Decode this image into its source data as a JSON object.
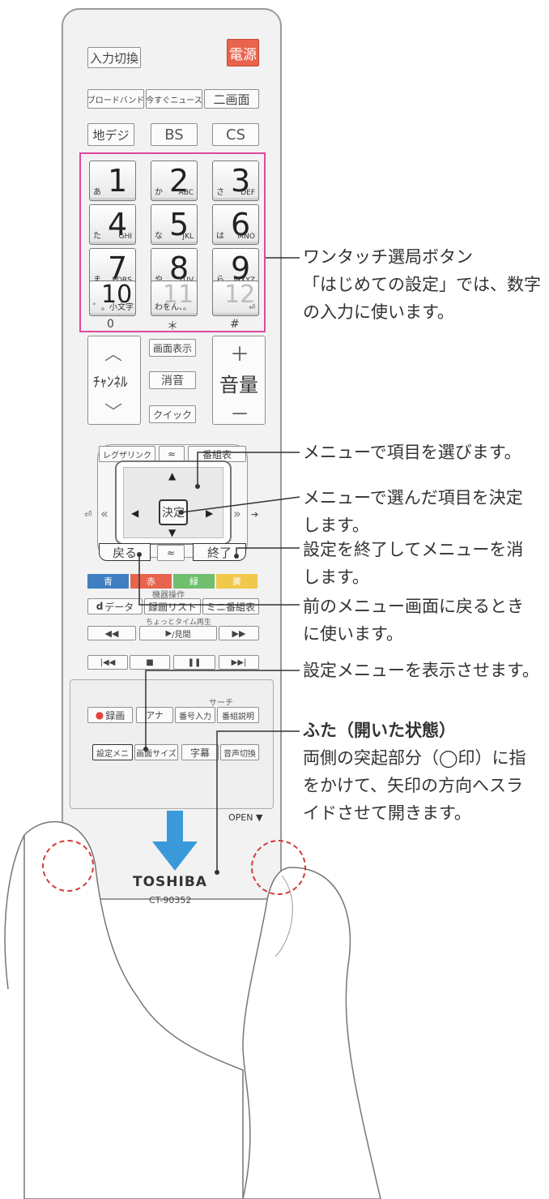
{
  "remote": {
    "buttons": {
      "input_switch": "入力切換",
      "power": "電源",
      "broadband": "ブロードバンド",
      "news": "今すぐニュース",
      "dual_screen": "二画面",
      "terrestrial": "地デジ",
      "bs": "BS",
      "cs": "CS",
      "screen_display": "画面表示",
      "mute": "消音",
      "quick": "クイック",
      "channel": "ﾁｬﾝﾈﾙ",
      "volume": "音量",
      "volume_plus": "＋",
      "volume_minus": "－",
      "linked": "レグザリンク",
      "program_guide": "番組表",
      "confirm": "決定",
      "back": "戻る",
      "exit": "終了",
      "device_control": "機器操作",
      "d_data": "データ",
      "recording_list": "録画リスト",
      "mini_guide": "ミニ番組表",
      "short_play": "ちょっとタイム再生",
      "replay": "/見間",
      "record": "録画",
      "search": "サーチ",
      "ana": "アナ",
      "channel_input": "番号入力",
      "program_info": "番組説明",
      "settings_menu": "設定メニ",
      "screen_size": "画面サイズ",
      "subtitles": "字幕",
      "audio_switch": "音声切換",
      "open": "OPEN",
      "brand": "TOSHIBA",
      "model": "CT-90352"
    },
    "color_buttons": [
      {
        "label": "青",
        "color": "#3f7fc1"
      },
      {
        "label": "赤",
        "color": "#e8644c"
      },
      {
        "label": "緑",
        "color": "#6fbf6f"
      },
      {
        "label": "黄",
        "color": "#f1c84a"
      }
    ],
    "numpad": [
      {
        "num": "1",
        "kana": "あ",
        "alpha": ""
      },
      {
        "num": "2",
        "kana": "か",
        "alpha": "ABC"
      },
      {
        "num": "3",
        "kana": "さ",
        "alpha": "DEF"
      },
      {
        "num": "4",
        "kana": "た",
        "alpha": "GHI"
      },
      {
        "num": "5",
        "kana": "な",
        "alpha": "JKL"
      },
      {
        "num": "6",
        "kana": "は",
        "alpha": "MNO"
      },
      {
        "num": "7",
        "kana": "ま",
        "alpha": "PQRS"
      },
      {
        "num": "8",
        "kana": "や",
        "alpha": "TUV"
      },
      {
        "num": "9",
        "kana": "ら",
        "alpha": "WXYZ"
      },
      {
        "num": "10",
        "kana": "゜。小文字",
        "alpha": ""
      },
      {
        "num": "11",
        "kana": "わをん、。",
        "alpha": ""
      },
      {
        "num": "12",
        "kana": "",
        "alpha": "⏎"
      }
    ],
    "numpad_sub": [
      "0",
      "＊",
      "#"
    ]
  },
  "callouts": {
    "one_touch": "ワンタッチ選局ボタン\n「はじめての設定」では、数字\nの入力に使います。",
    "select": "メニューで項目を選びます。",
    "confirm": "メニューで選んだ項目を決定\nします。",
    "exit": "設定を終了してメニューを消\nします。",
    "back": "前のメニュー画面に戻るとき\nに使います。",
    "settings_menu": "設定メニューを表示させます。",
    "lid_title": "ふた（開いた状態）",
    "lid_desc": "両側の突起部分（◯印）に指\nをかけて、矢印の方向へスラ\nイドさせて開きます。"
  }
}
